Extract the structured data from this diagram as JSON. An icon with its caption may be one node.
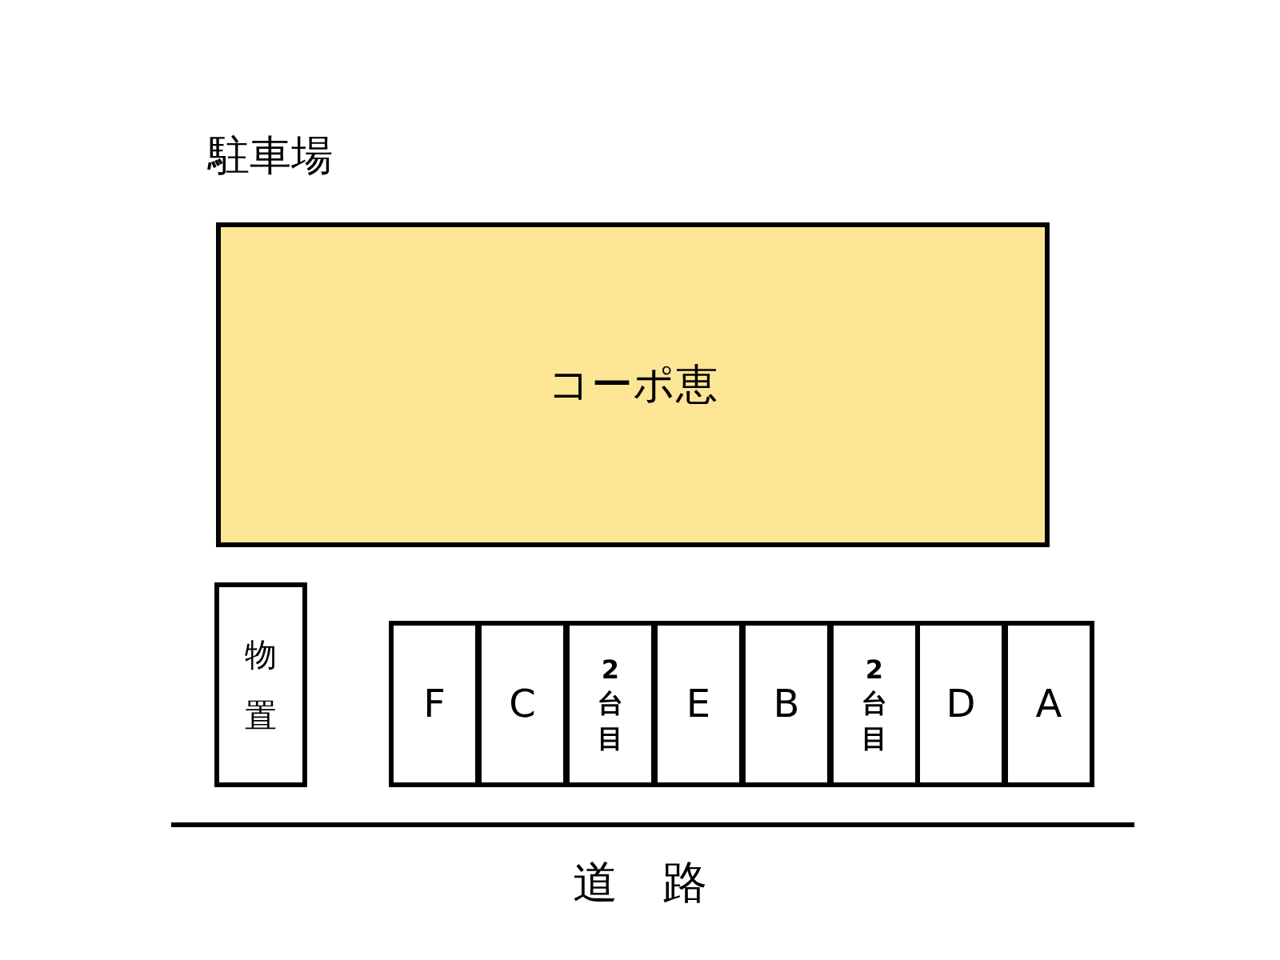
{
  "diagram": {
    "nodes": [
      {
        "text": [
          "コーポ恵"
        ]
      },
      {
        "text": [
          "物置"
        ]
      },
      {
        "text": [
          "F"
        ]
      },
      {
        "text": [
          "C"
        ]
      },
      {
        "text": [
          "2台目"
        ]
      },
      {
        "text": [
          "E"
        ]
      },
      {
        "text": [
          "B"
        ]
      },
      {
        "text": [
          "2台目"
        ]
      },
      {
        "text": [
          "D"
        ]
      },
      {
        "text": [
          "A"
        ]
      }
    ],
    "labels": [
      "駐車場",
      "道路"
    ]
  }
}
